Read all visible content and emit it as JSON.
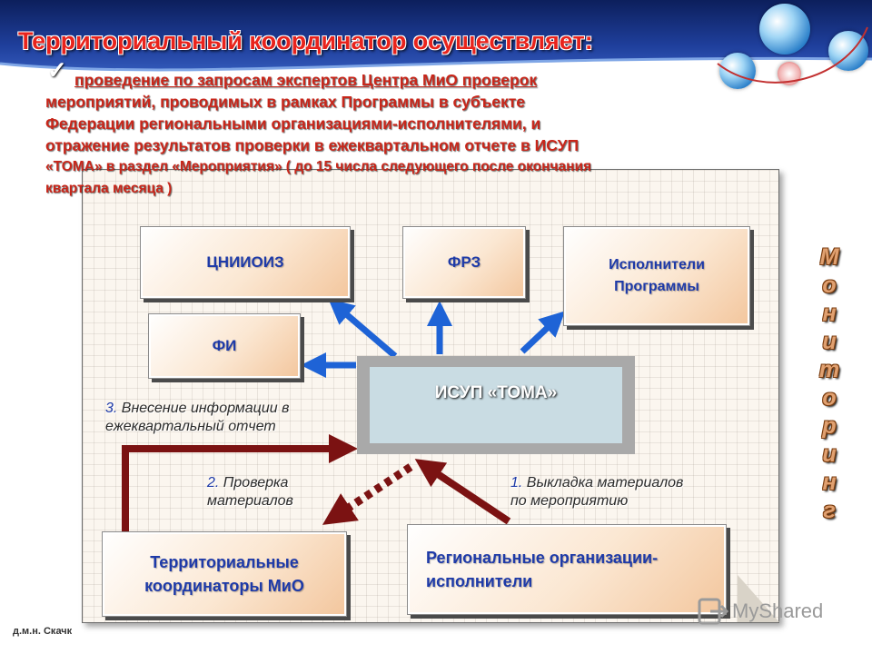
{
  "header": {
    "title": "Территориальный координатор осуществляет:",
    "check_mark": "✓",
    "description_lines": [
      "проведение по запросам экспертов Центра МиО проверок",
      "мероприятий, проводимых в рамках Программы в субъекте",
      "Федерации региональными организациями-исполнителями, и",
      "отражение результатов проверки в ежеквартальном отчете в ИСУП",
      "«ТОМА» в раздел «Мероприятия» ( до 15 числа следующего после окончания",
      "квартала месяца )"
    ]
  },
  "diagram": {
    "boxes": {
      "tsnioiz": "ЦНИИОИЗ",
      "frz": "ФРЗ",
      "executors": "Исполнители Программы",
      "fi": "ФИ",
      "isup": "ИСУП «ТОМА»",
      "territorial": "Территориальные координаторы МиО",
      "regional": "Региональные организации-исполнители"
    },
    "steps": {
      "step3_num": "3.",
      "step3_text_l1": "Внесение информации в",
      "step3_text_l2": "ежеквартальный отчет",
      "step2_num": "2.",
      "step2_text_l1": "Проверка",
      "step2_text_l2": "материалов",
      "step1_num": "1.",
      "step1_text_l1": "Выкладка материалов",
      "step1_text_l2": "по мероприятию"
    }
  },
  "side_label": [
    "М",
    "о",
    "н",
    "и",
    "т",
    "о",
    "р",
    "и",
    "н",
    "г"
  ],
  "footer": {
    "author": "д.м.н. Скачк"
  },
  "watermark": {
    "text": "MyShared"
  },
  "colors": {
    "title_red": "#e8231c",
    "box_text_blue": "#1e3aa8",
    "arrow_blue": "#1e63d6",
    "arrow_darkred": "#7b1212"
  }
}
